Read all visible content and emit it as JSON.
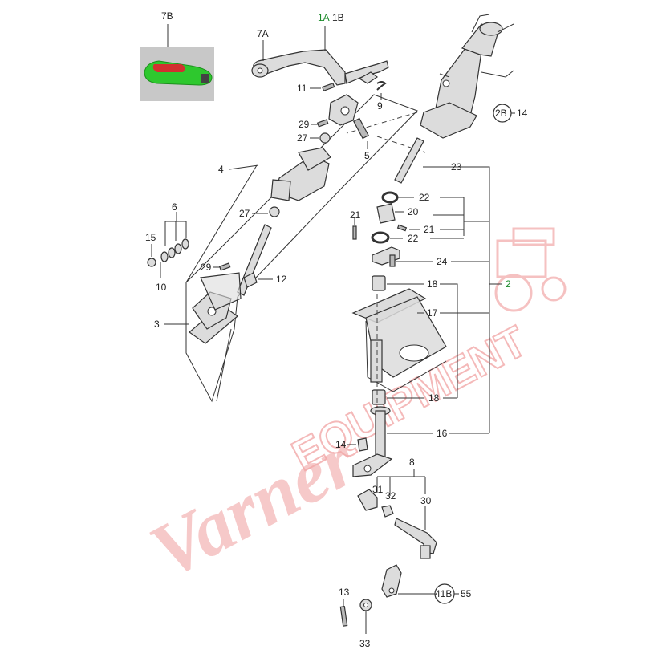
{
  "watermark": {
    "script_text": "Varner",
    "block_text": "EQUIPMENT"
  },
  "callouts": {
    "c7B": "7B",
    "c1A": "1A",
    "c1B": "1B",
    "c7A": "7A",
    "c11": "11",
    "c9": "9",
    "c2B": "2B",
    "c14a": "14",
    "c29a": "29",
    "c27a": "27",
    "c5": "5",
    "c4": "4",
    "c23": "23",
    "c22a": "22",
    "c20": "20",
    "c21a": "21",
    "c21b": "21",
    "c22b": "22",
    "c6": "6",
    "c15": "15",
    "c27b": "27",
    "c10": "10",
    "c29b": "29",
    "c12": "12",
    "c24": "24",
    "c18a": "18",
    "c2": "2",
    "c17": "17",
    "c3": "3",
    "c18b": "18",
    "c16": "16",
    "c14b": "14",
    "c8": "8",
    "c31": "31",
    "c32": "32",
    "c30": "30",
    "c41B": "41B",
    "c55": "55",
    "c13": "13",
    "c33": "33"
  },
  "colors": {
    "thumb_bg": "#c8c8c8",
    "thumb_green": "#2ec82e",
    "thumb_red": "#d23030",
    "green_label": "#1a8a2a",
    "watermark": "#f4b8b8"
  }
}
